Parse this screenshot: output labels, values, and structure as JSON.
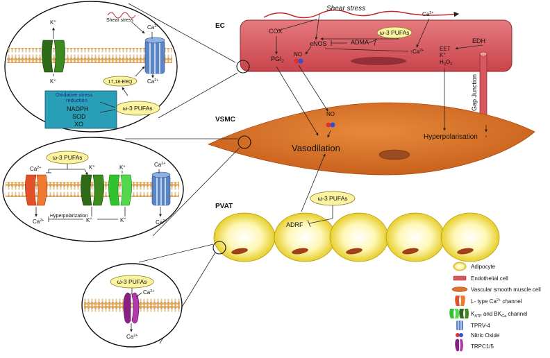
{
  "regions": {
    "ec": "EC",
    "vsmc": "VSMC",
    "pvat": "PVAT"
  },
  "labels": {
    "shear_stress": "Shear stress",
    "shear_stress_small": "Shear stress",
    "cox": "COX",
    "enos": "eNOS",
    "adma": "ADMA",
    "pgi2": "PGI",
    "pgi2_sub": "2",
    "no_ec": "NO",
    "no_vsmc": "NO",
    "ca_top": "Ca",
    "ca_up": "↑Ca",
    "edh": "EDH",
    "eet": "EET",
    "k_plus": "K",
    "h2o2": "H",
    "h2o2_sub": "2",
    "h2o2_tail": "O",
    "h2o2_sub2": "2",
    "gap_junction": "Gap Junction",
    "vasodilation": "Vasodilation",
    "hyperpolarisation": "Hyperpolarisation",
    "adrf": "ADRF",
    "eeq": "17,18-EEQ",
    "oxidative": "Oxidative stress",
    "reduction": "reduction",
    "nadph": "NADPH",
    "sod": "SOD",
    "xo": "XO",
    "hyperpolarization_small": "Hyperpolarization",
    "k": "K",
    "ca": "Ca",
    "plus": "+",
    "twoplus": "2+"
  },
  "pufa_label": "ω-3 PUFAs",
  "legend": [
    {
      "label": "Adipocyte"
    },
    {
      "label": "Endothelial cell"
    },
    {
      "label": "Vascular smooth muscle cell"
    },
    {
      "label": "L- type Ca",
      "sup": "2+",
      "tail": " channel"
    },
    {
      "label": "K",
      "sub": "ATP",
      "mid": " and BK",
      "sub2": "Ca",
      "tail": " channel"
    },
    {
      "label": "TPRV-4"
    },
    {
      "label": "Nitric Oxide"
    },
    {
      "label": "TRPC1/5"
    }
  ],
  "colors": {
    "endothelium": "#d9585f",
    "vsmc": "#d9742a",
    "adipocyte": "#f0e24a",
    "membrane": "#e7a64c",
    "k_channel": "#2f6b16",
    "k_channel_light": "#31c32f",
    "l_channel": "#e2512a",
    "trpv4": "#5b86c6",
    "trpc": "#8a1f86",
    "teal_box": "#2a9fb8",
    "pufa_fill": "#fbf3a0"
  }
}
